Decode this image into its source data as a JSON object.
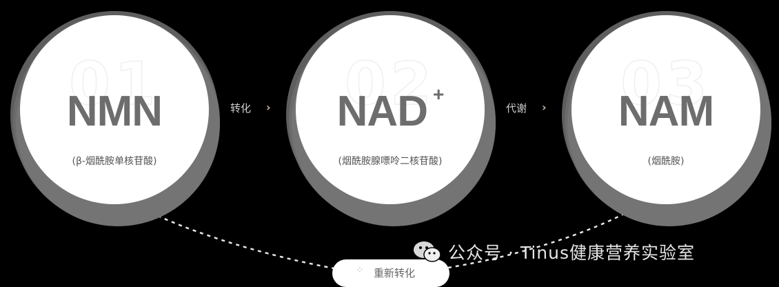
{
  "nodes": [
    {
      "number": "01",
      "title": "NMN",
      "title_sup": "",
      "subtitle": "(β-烟酰胺单核苷酸)"
    },
    {
      "number": "02",
      "title": "NAD",
      "title_sup": "+",
      "subtitle": "(烟酰胺腺嘌呤二核苷酸)"
    },
    {
      "number": "03",
      "title": "NAM",
      "title_sup": "",
      "subtitle": "(烟酰胺)"
    }
  ],
  "arrows": [
    {
      "label": "转化"
    },
    {
      "label": "代谢"
    }
  ],
  "cycle": {
    "label": "重新转化"
  },
  "watermark": {
    "text": "公众号 · Tinus健康营养实验室"
  },
  "colors": {
    "background": "#000000",
    "disc": "#ffffff",
    "ring": "#6f6f6f",
    "accent": "#c9b6a8"
  }
}
